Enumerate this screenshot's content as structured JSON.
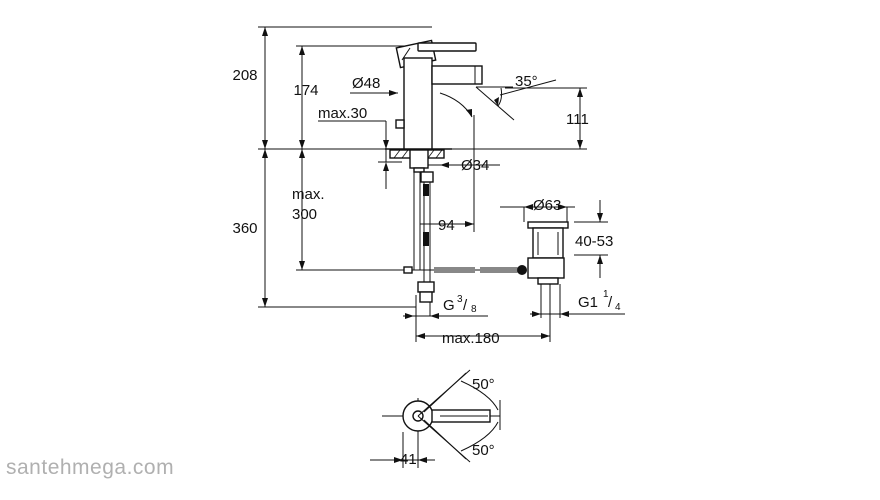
{
  "dimensions": {
    "overall_height": "208",
    "spout_height": "174",
    "body_diameter": "Ø48",
    "spout_angle": "35°",
    "max_30": "max.30",
    "outlet_height": "111",
    "hole_diameter": "Ø34",
    "max_label": "max.",
    "max_value": "300",
    "under_counter": "360",
    "offset_94": "94",
    "waste_diameter": "Ø63",
    "waste_range": "40-53",
    "connection_thread": "G",
    "connection_num": "3",
    "connection_den": "8",
    "waste_thread": "G1",
    "waste_num": "1",
    "waste_den": "4",
    "max_180": "max.180",
    "lever_angle_top": "50°",
    "lever_angle_bottom": "50°",
    "base_41": "41"
  },
  "watermark": "santehmega.com"
}
